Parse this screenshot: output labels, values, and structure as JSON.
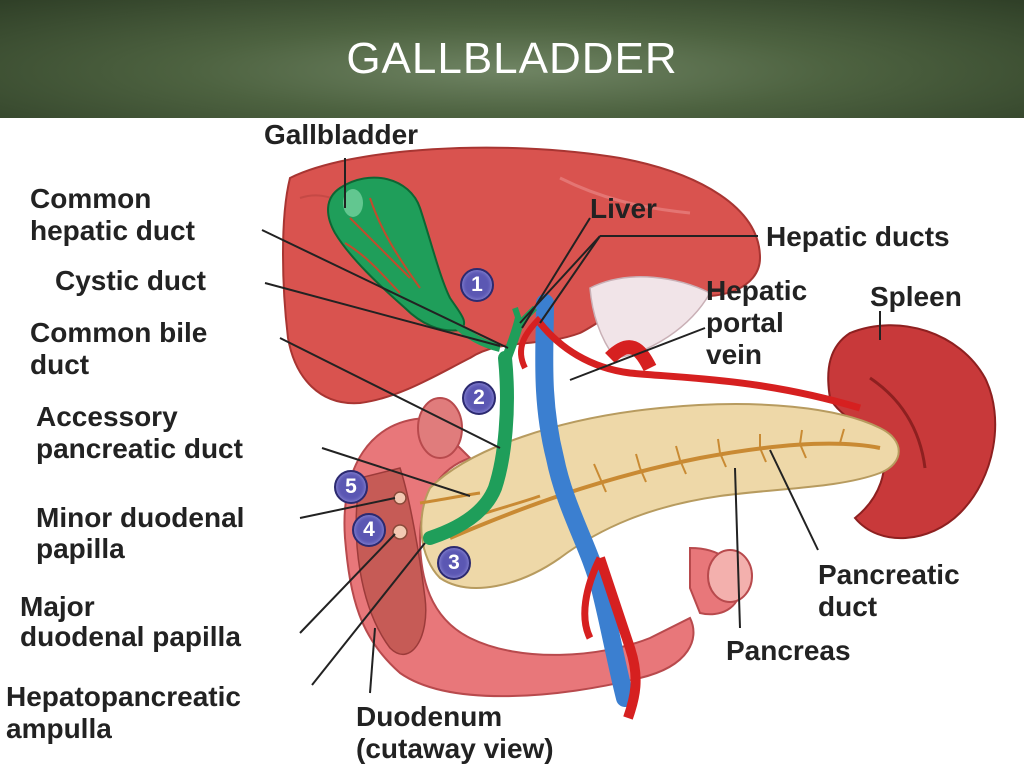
{
  "slide": {
    "title": "GALLBLADDER"
  },
  "labels": {
    "gallbladder": "Gallbladder",
    "common_hepatic_duct_1": "Common",
    "common_hepatic_duct_2": "hepatic duct",
    "cystic_duct": "Cystic duct",
    "common_bile_duct_1": "Common bile",
    "common_bile_duct_2": "duct",
    "accessory_pancreatic_duct_1": "Accessory",
    "accessory_pancreatic_duct_2": "pancreatic duct",
    "minor_duodenal_papilla_1": "Minor duodenal",
    "minor_duodenal_papilla_2": "papilla",
    "major_duodenal_papilla_1": "Major",
    "major_duodenal_papilla_2": "duodenal papilla",
    "hepatopancreatic_ampulla_1": "Hepatopancreatic",
    "hepatopancreatic_ampulla_2": "ampulla",
    "liver": "Liver",
    "hepatic_ducts": "Hepatic ducts",
    "hepatic_portal_vein_1": "Hepatic",
    "hepatic_portal_vein_2": "portal",
    "hepatic_portal_vein_3": "vein",
    "spleen": "Spleen",
    "pancreatic_duct_1": "Pancreatic",
    "pancreatic_duct_2": "duct",
    "pancreas": "Pancreas",
    "duodenum_1": "Duodenum",
    "duodenum_2": "(cutaway view)"
  },
  "markers": [
    "1",
    "2",
    "3",
    "4",
    "5"
  ],
  "colors": {
    "liver": "#d9534f",
    "gallbladder": "#1f9e5a",
    "pancreas": "#eed8a8",
    "spleen": "#c8393a",
    "vein": "#3b7fd0",
    "artery": "#d62020",
    "marker": "#5b57b3"
  }
}
